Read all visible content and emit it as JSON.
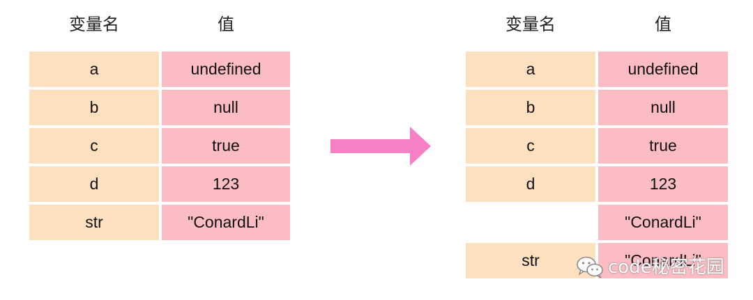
{
  "left": {
    "header_name": "变量名",
    "header_value": "值",
    "rows": [
      {
        "name": "a",
        "value": "undefined"
      },
      {
        "name": "b",
        "value": "null"
      },
      {
        "name": "c",
        "value": "true"
      },
      {
        "name": "d",
        "value": "123"
      },
      {
        "name": "str",
        "value": "\"ConardLi\""
      }
    ]
  },
  "right": {
    "header_name": "变量名",
    "header_value": "值",
    "rows": [
      {
        "name": "a",
        "value": "undefined"
      },
      {
        "name": "b",
        "value": "null"
      },
      {
        "name": "c",
        "value": "true"
      },
      {
        "name": "d",
        "value": "123"
      },
      {
        "name": "",
        "value": "\"ConardLi\""
      },
      {
        "name": "str",
        "value": "\"ConardLi\""
      }
    ]
  },
  "arrow_color": "#f77fc4",
  "name_cell_color": "#fde0c0",
  "value_cell_color": "#fcbcc3",
  "watermark": {
    "text": "code秘密花园",
    "icon": "wechat-icon"
  }
}
